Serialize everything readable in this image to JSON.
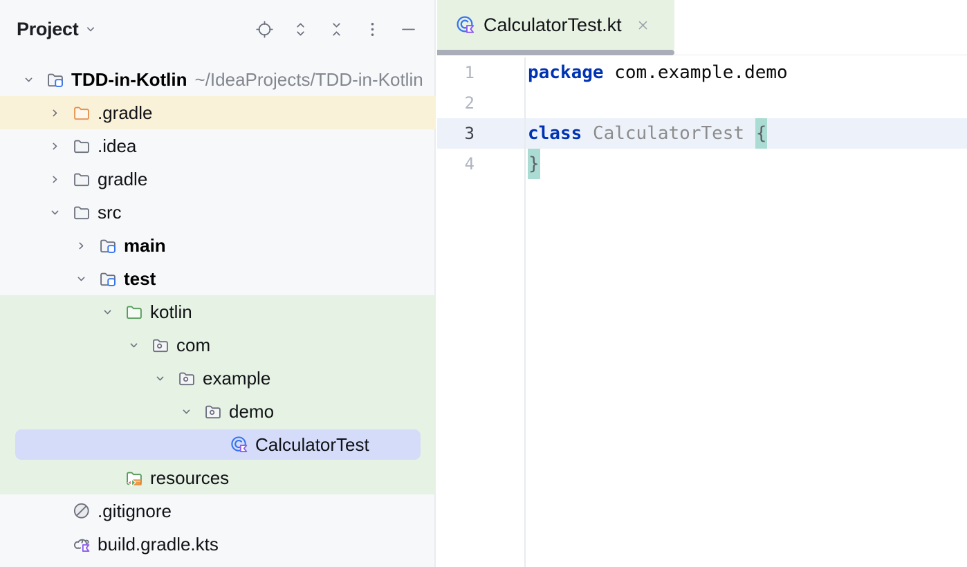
{
  "colors": {
    "accent_blue": "#3574F0",
    "kotlin_purple": "#8F5CF0",
    "panel_bg": "#F7F8FA",
    "selection_bg": "#D4DCF9",
    "test_scope_row_bg": "#E6F2E4",
    "warning_row_bg": "#FAF1D9",
    "tab_active_bg": "#E7F2E3",
    "tab_underline": "#A9ADB8",
    "caret_line_bg": "#EDF1F9",
    "brace_match_bg": "#ABDCD3",
    "keyword_color": "#0033B3",
    "unused_symbol_color": "#8C8C8C",
    "folder_green": "#579B5C",
    "folder_orange": "#E2924E",
    "icon_gray": "#6C707E"
  },
  "project_panel": {
    "title": "Project",
    "toolbar": [
      {
        "name": "locate-opened-file",
        "icon": "locate"
      },
      {
        "name": "expand-all",
        "icon": "expand-all"
      },
      {
        "name": "collapse-all",
        "icon": "collapse-all"
      },
      {
        "name": "more-options",
        "icon": "more-vertical"
      },
      {
        "name": "hide-panel",
        "icon": "hide"
      }
    ],
    "tree": [
      {
        "label": "TDD-in-Kotlin",
        "hint": "~/IdeaProjects/TDD-in-Kotlin",
        "depth": 0,
        "icon": "project-folder",
        "state": "expanded",
        "bold": true
      },
      {
        "label": ".gradle",
        "depth": 1,
        "icon": "folder-orange",
        "state": "collapsed",
        "row_bg": "warning"
      },
      {
        "label": ".idea",
        "depth": 1,
        "icon": "folder",
        "state": "collapsed"
      },
      {
        "label": "gradle",
        "depth": 1,
        "icon": "folder",
        "state": "collapsed"
      },
      {
        "label": "src",
        "depth": 1,
        "icon": "folder",
        "state": "expanded"
      },
      {
        "label": "main",
        "depth": 2,
        "icon": "module-folder",
        "state": "collapsed",
        "bold": true
      },
      {
        "label": "test",
        "depth": 2,
        "icon": "module-folder",
        "state": "expanded",
        "bold": true
      },
      {
        "label": "kotlin",
        "depth": 3,
        "icon": "test-root-folder",
        "state": "expanded",
        "row_bg": "test"
      },
      {
        "label": "com",
        "depth": 4,
        "icon": "package",
        "state": "expanded",
        "row_bg": "test"
      },
      {
        "label": "example",
        "depth": 5,
        "icon": "package",
        "state": "expanded",
        "row_bg": "test"
      },
      {
        "label": "demo",
        "depth": 6,
        "icon": "package",
        "state": "expanded",
        "row_bg": "test"
      },
      {
        "label": "CalculatorTest",
        "depth": 7,
        "icon": "kotlin-test-class",
        "state": "leaf",
        "row_bg": "test",
        "selected": true
      },
      {
        "label": "resources",
        "depth": 3,
        "icon": "test-resources-folder",
        "state": "leaf",
        "row_bg": "test"
      },
      {
        "label": ".gitignore",
        "depth": 1,
        "icon": "ignored-file",
        "state": "leaf"
      },
      {
        "label": "build.gradle.kts",
        "depth": 1,
        "icon": "gradle-kotlin-script",
        "state": "leaf"
      }
    ]
  },
  "editor": {
    "tab": {
      "label": "CalculatorTest.kt",
      "icon": "kotlin-test-class",
      "selected": true
    },
    "code": {
      "lines": [
        {
          "number": "1",
          "tokens": [
            {
              "text": "package",
              "style": "keyword"
            },
            {
              "text": " com.example.demo",
              "style": "plain"
            }
          ]
        },
        {
          "number": "2",
          "tokens": []
        },
        {
          "number": "3",
          "current": true,
          "tokens": [
            {
              "text": "class",
              "style": "keyword"
            },
            {
              "text": " ",
              "style": "plain"
            },
            {
              "text": "CalculatorTest",
              "style": "unused"
            },
            {
              "text": " ",
              "style": "plain"
            },
            {
              "text": "{",
              "style": "brace",
              "matched": true
            }
          ]
        },
        {
          "number": "4",
          "tokens": [
            {
              "text": "}",
              "style": "brace",
              "matched": true
            }
          ]
        }
      ]
    }
  }
}
